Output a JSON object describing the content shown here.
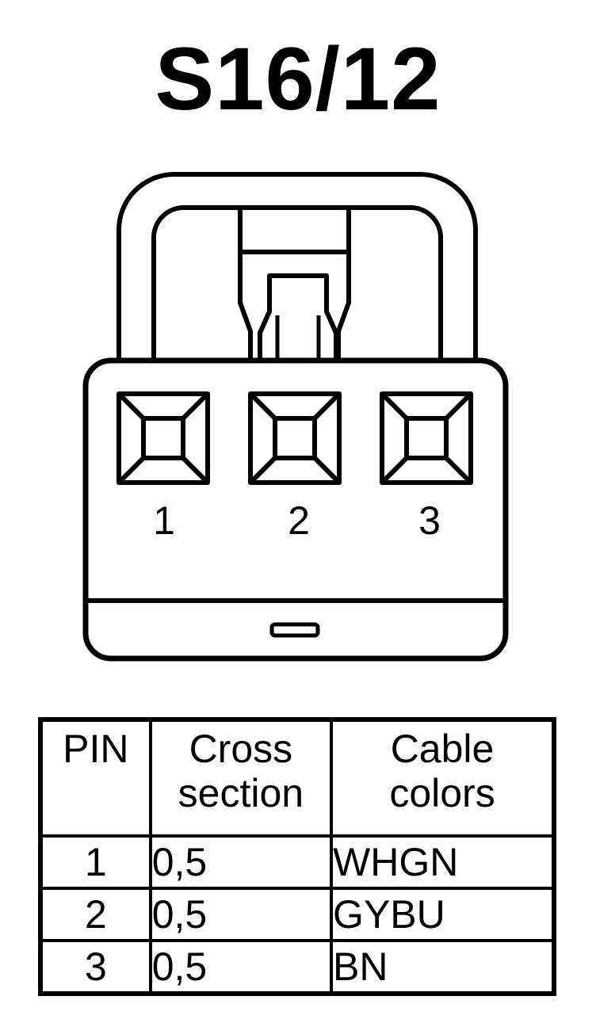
{
  "title": "S16/12",
  "connector": {
    "pin_labels": [
      "1",
      "2",
      "3"
    ]
  },
  "table": {
    "headers": {
      "pin": "PIN",
      "cross_section": [
        "Cross",
        "section"
      ],
      "cable_colors": [
        "Cable",
        "colors"
      ]
    },
    "rows": [
      {
        "pin": "1",
        "cross_section": "0,5",
        "cable_color": "WHGN"
      },
      {
        "pin": "2",
        "cross_section": "0,5",
        "cable_color": "GYBU"
      },
      {
        "pin": "3",
        "cross_section": "0,5",
        "cable_color": "BN"
      }
    ]
  }
}
